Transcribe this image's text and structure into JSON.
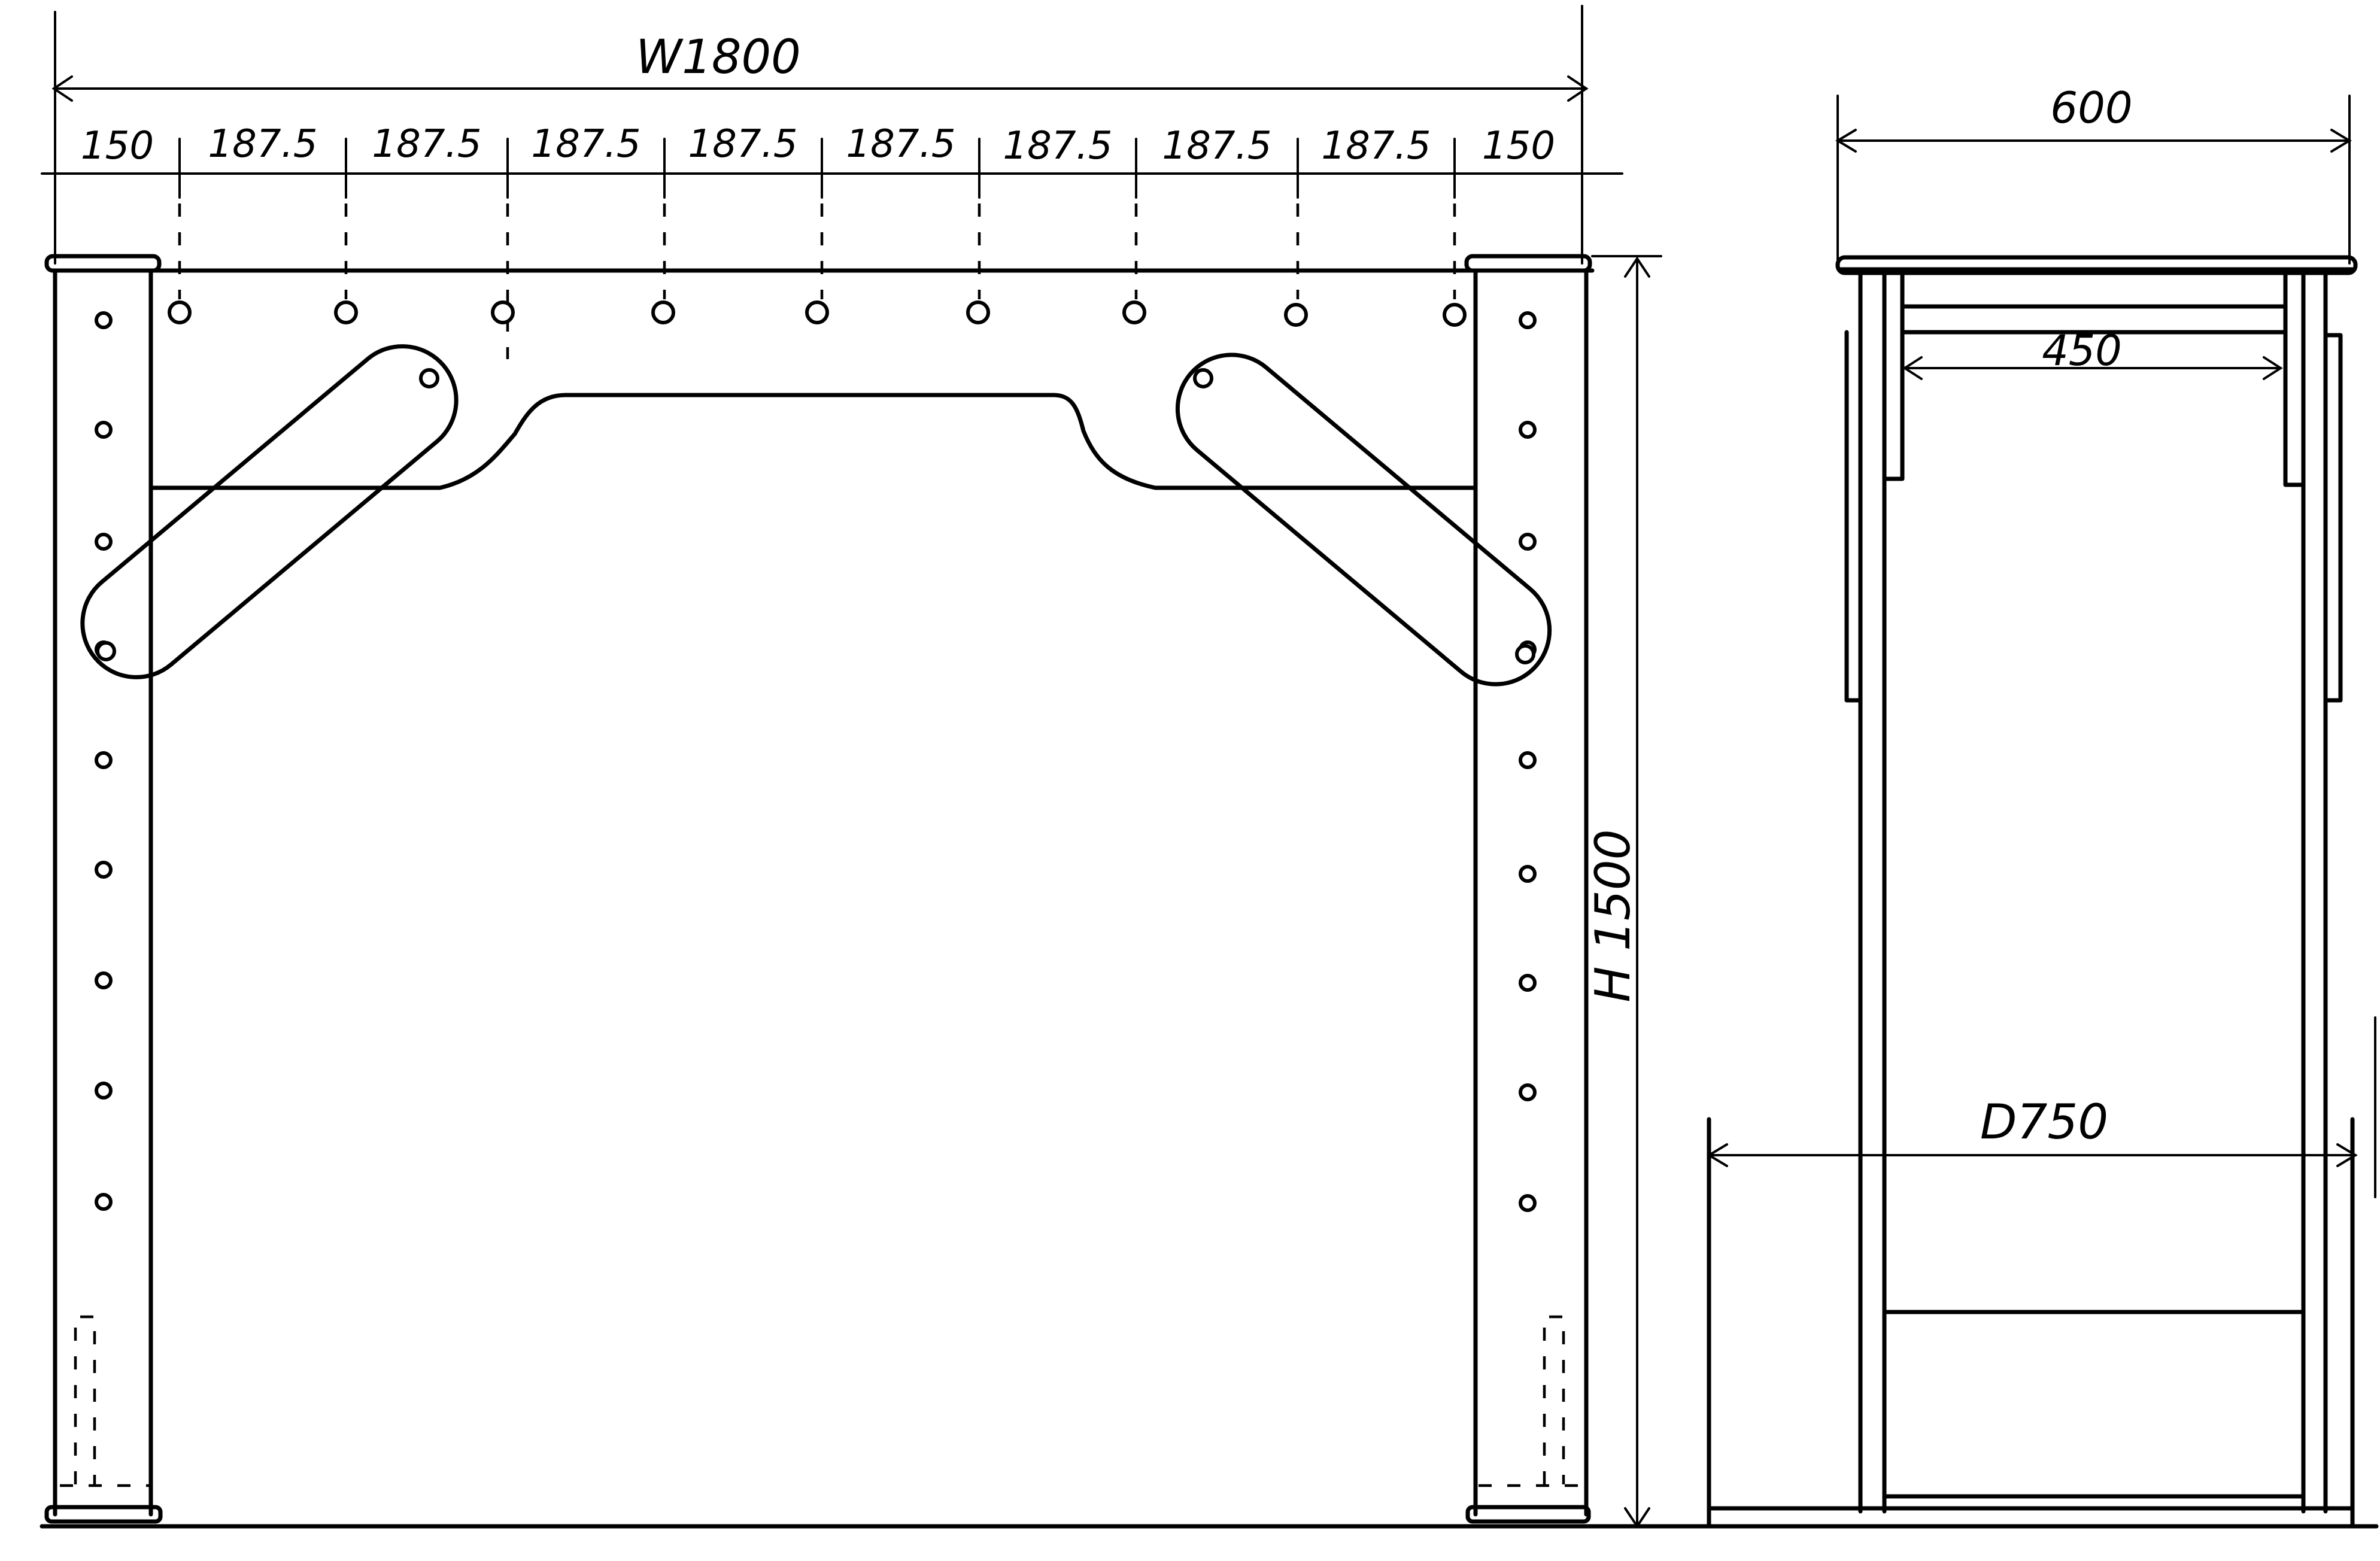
{
  "front_view": {
    "width_label": "W1800",
    "height_label": "H 1500",
    "segment_labels": [
      "150",
      "187.5",
      "187.5",
      "187.5",
      "187.5",
      "187.5",
      "187.5",
      "187.5",
      "187.5",
      "150"
    ]
  },
  "side_view": {
    "top_width_label": "600",
    "inner_width_label": "450",
    "depth_label": "D750"
  }
}
